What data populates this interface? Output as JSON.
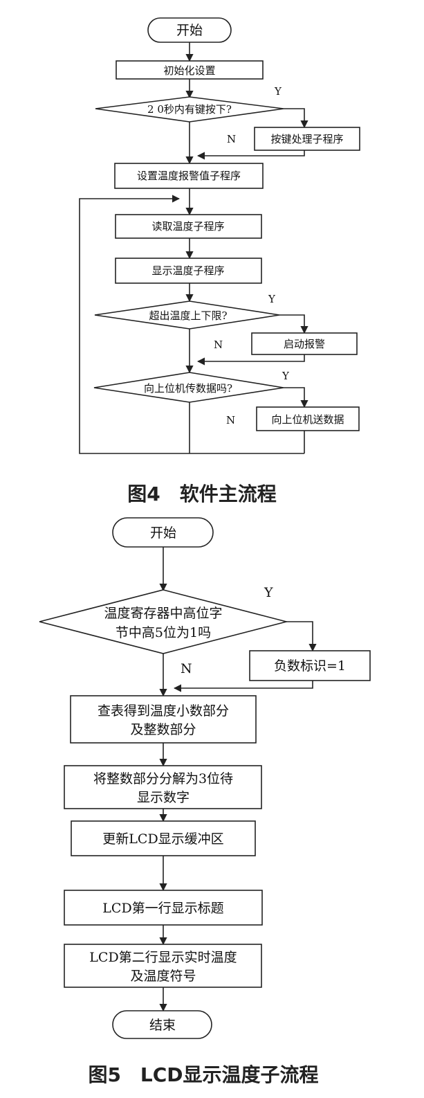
{
  "fig4": {
    "start": "开始",
    "init": "初始化设置",
    "d1": "2 0秒内有键按下?",
    "d1_yes": "Y",
    "d1_no": "N",
    "keyproc": "按键处理子程序",
    "setalarm": "设置温度报警值子程序",
    "readtemp": "读取温度子程序",
    "showtemp": "显示温度子程序",
    "d2": "超出温度上下限?",
    "d2_yes": "Y",
    "d2_no": "N",
    "alarm": "启动报警",
    "d3": "向上位机传数据吗?",
    "d3_yes": "Y",
    "d3_no": "N",
    "send": "向上位机送数据",
    "caption": "图4　软件主流程"
  },
  "fig5": {
    "start": "开始",
    "d1_line1": "温度寄存器中高位字",
    "d1_line2": "节中高5位为1吗",
    "d1_yes": "Y",
    "d1_no": "N",
    "neg": "负数标识=1",
    "lookup_line1": "查表得到温度小数部分",
    "lookup_line2": "及整数部分",
    "split_line1": "将整数部分分解为3位待",
    "split_line2": "显示数字",
    "update": "更新LCD显示缓冲区",
    "row1": "LCD第一行显示标题",
    "row2_line1": "LCD第二行显示实时温度",
    "row2_line2": "及温度符号",
    "end": "结束",
    "caption": "图5　LCD显示温度子流程"
  }
}
